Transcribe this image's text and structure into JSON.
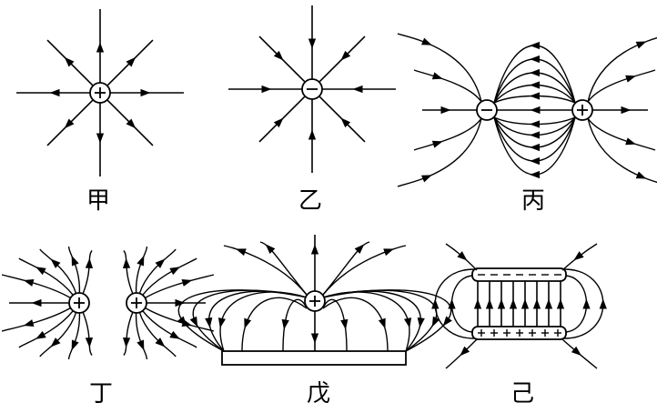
{
  "panels": [
    {
      "key": "jia",
      "label": "甲",
      "charges": [
        "+"
      ]
    },
    {
      "key": "yi",
      "label": "乙",
      "charges": [
        "−"
      ]
    },
    {
      "key": "bing",
      "label": "丙",
      "charges": [
        "−",
        "+"
      ]
    },
    {
      "key": "ding",
      "label": "丁",
      "charges": [
        "+",
        "+"
      ]
    },
    {
      "key": "wu",
      "label": "戊",
      "charges": [
        "+"
      ]
    },
    {
      "key": "ji",
      "label": "己",
      "charges": [
        "−",
        "+"
      ]
    }
  ],
  "colors": {
    "ink": "#000000",
    "background": "#ffffff"
  }
}
